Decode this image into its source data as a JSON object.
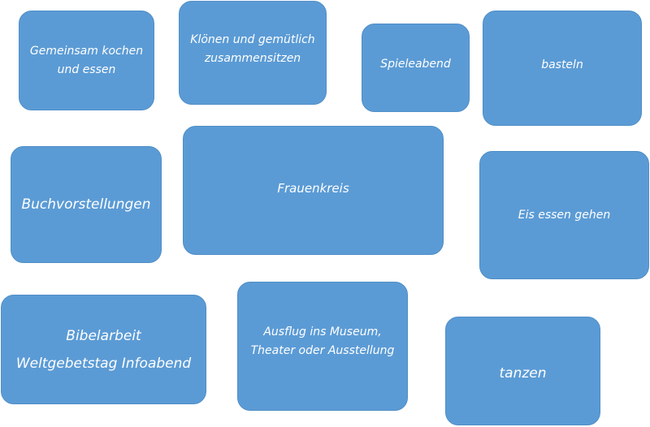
{
  "boxes": {
    "cooking": {
      "lines": [
        "Gemeinsam kochen",
        "und essen"
      ]
    },
    "chatting": {
      "lines": [
        "Klönen und gemütlich",
        "zusammensitzen"
      ]
    },
    "games": {
      "label": "Spieleabend"
    },
    "crafts": {
      "label": "basteln"
    },
    "books": {
      "label": "Buchvorstellungen"
    },
    "center": {
      "label": "Frauenkreis"
    },
    "icecream": {
      "label": "Eis essen gehen"
    },
    "bible": {
      "lines": [
        "Bibelarbeit",
        "Weltgebetstag Infoabend"
      ]
    },
    "excursion": {
      "lines": [
        "Ausflug ins Museum,",
        "Theater oder Ausstellung"
      ]
    },
    "dance": {
      "label": "tanzen"
    }
  },
  "colors": {
    "box_fill": "#5b9bd5",
    "box_border": "#4f8ec7",
    "text": "#ffffff",
    "background": "#ffffff"
  }
}
